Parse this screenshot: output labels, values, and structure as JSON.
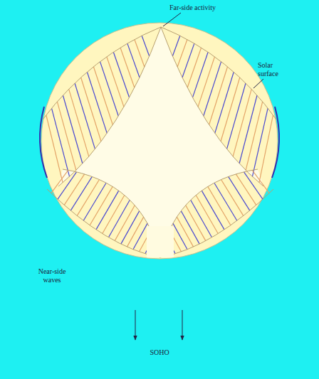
{
  "diagram": {
    "labels": [
      "Far-side activity",
      "Solar surface",
      "Near-side waves",
      "SOHO"
    ]
  }
}
